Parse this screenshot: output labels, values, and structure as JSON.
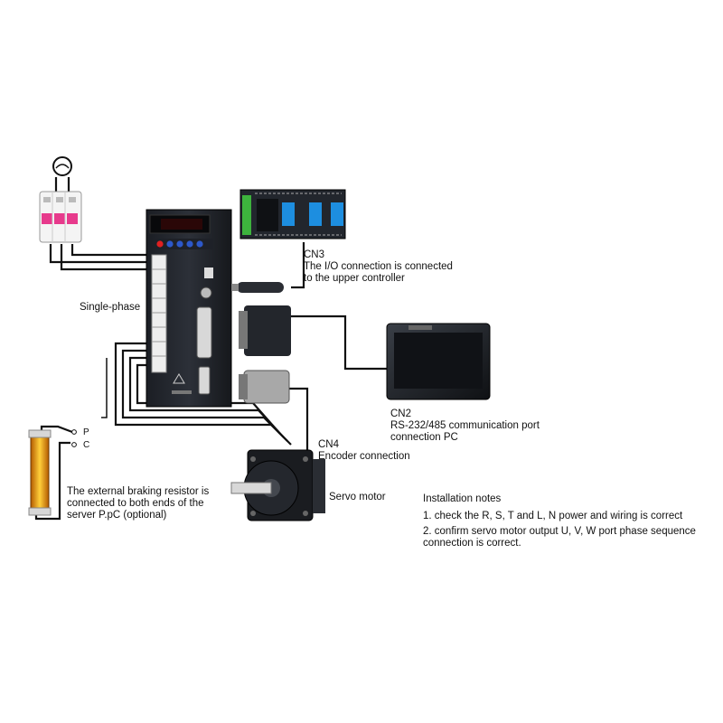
{
  "labels": {
    "single_phase": "Single-phase",
    "cn3_title": "CN3",
    "cn3_line1": "The I/O connection is connected",
    "cn3_line2": "to the upper controller",
    "cn2_title": "CN2",
    "cn2_line1": "RS-232/485 communication port",
    "cn2_line2": "connection PC",
    "cn4_title": "CN4",
    "cn4_line1": "Encoder connection",
    "servo_motor": "Servo motor",
    "resistor_line1": "The external braking resistor is",
    "resistor_line2": "connected to both ends of the",
    "resistor_line3": "server P.pC (optional)",
    "terminal_p": "P",
    "terminal_c": "C"
  },
  "notes": {
    "title": "Installation notes",
    "item1": "1. check the R, S, T and L, N power and wiring is correct",
    "item2_line1": "2. confirm servo motor output U, V, W port phase sequence",
    "item2_line2": "connection is correct."
  }
}
